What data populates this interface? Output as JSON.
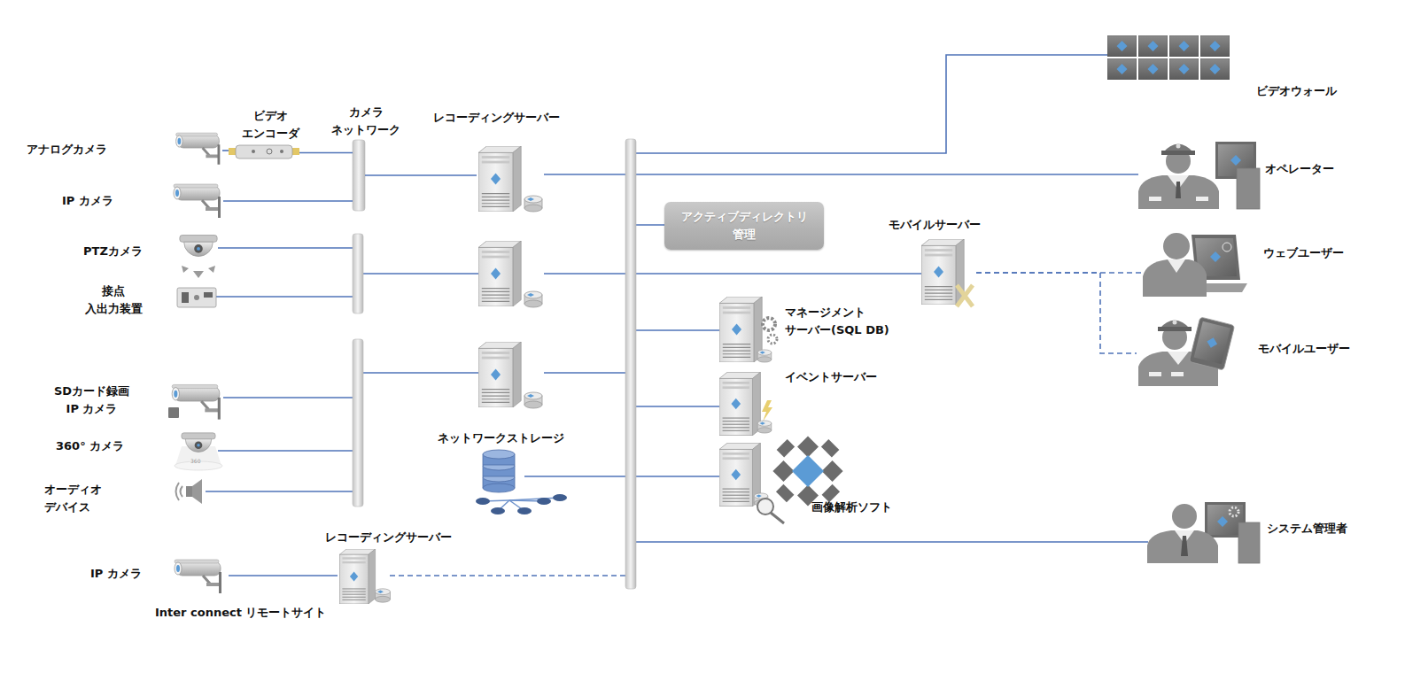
{
  "diagram": {
    "nodes": [
      {
        "text": [
          "アナログカメラ"
        ]
      },
      {
        "text": [
          "ビデオ エンコーダ"
        ]
      },
      {
        "text": [
          "IP カメラ"
        ]
      },
      {
        "text": [
          "カメラ ネットワーク"
        ]
      },
      {
        "text": [
          "レコーディングサーバー"
        ]
      },
      {
        "text": [
          "PTZカメラ"
        ]
      },
      {
        "text": [
          "接点 入出力装置"
        ]
      },
      {
        "text": [
          "SDカード録画 IP カメラ"
        ]
      },
      {
        "text": [
          "360° カメラ"
        ]
      },
      {
        "text": [
          "オーディオ デバイス"
        ]
      },
      {
        "text": [
          "ネットワークストレージ"
        ]
      },
      {
        "text": [
          "IP カメラ"
        ]
      },
      {
        "text": [
          "レコーディングサーバー"
        ]
      },
      {
        "text": [
          "アクティブディレクトリ 管理"
        ]
      },
      {
        "text": [
          "マネージメント サーバー(SQL DB)"
        ]
      },
      {
        "text": [
          "イベントサーバー"
        ]
      },
      {
        "text": [
          "画像解析ソフト"
        ]
      },
      {
        "text": [
          "モバイルサーバー"
        ]
      },
      {
        "text": [
          "ビデオウォール"
        ]
      },
      {
        "text": [
          "オペレーター"
        ]
      },
      {
        "text": [
          "ウェブユーザー"
        ]
      },
      {
        "text": [
          "モバイルユーザー"
        ]
      },
      {
        "text": [
          "システム管理者"
        ]
      }
    ],
    "edges": [
      {
        "from": 0,
        "to": 1,
        "arrow": "none"
      },
      {
        "from": 1,
        "to": 3,
        "arrow": "none"
      },
      {
        "from": 2,
        "to": 3,
        "arrow": "none"
      },
      {
        "from": 3,
        "to": 4,
        "arrow": "none"
      },
      {
        "from": 11,
        "to": 12,
        "arrow": "none"
      },
      {
        "from": 17,
        "to": 20,
        "arrow": "none"
      },
      {
        "from": 17,
        "to": 21,
        "arrow": "none"
      }
    ],
    "labels": [
      "Inter connect リモートサイト",
      "360"
    ]
  }
}
